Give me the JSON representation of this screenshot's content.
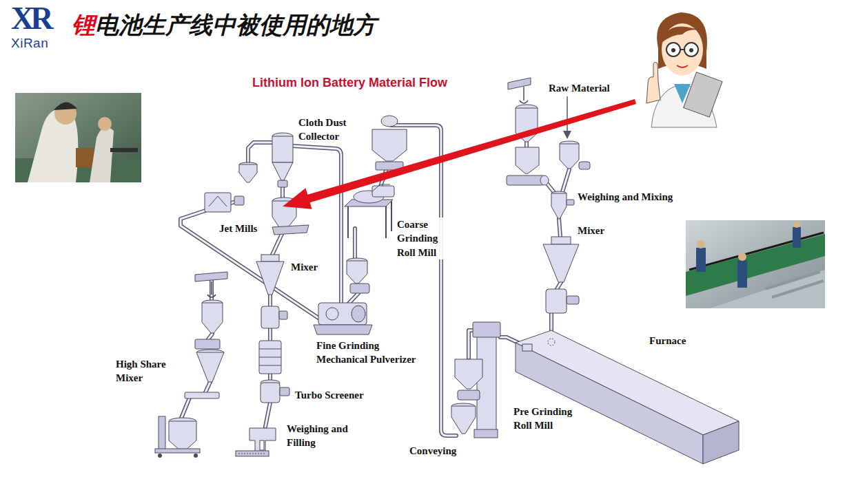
{
  "diagram": {
    "title": "锂电池生产线中被使用的地方",
    "labels": [
      "XR",
      "XiRan",
      "Lithium Ion Battery Material Flow",
      "Raw Material",
      "Cloth Dust Collector",
      "Weighing and Mixing",
      "Coarse Grinding Roll Mill",
      "Jet Mills",
      "Mixer",
      "Mixer",
      "Furnace",
      "High Share Mixer",
      "Fine Grinding Mechanical Pulverizer",
      "Turbo Screener",
      "Pre Grinding Roll Mill",
      "Weighing and Filling",
      "Conveying"
    ]
  }
}
